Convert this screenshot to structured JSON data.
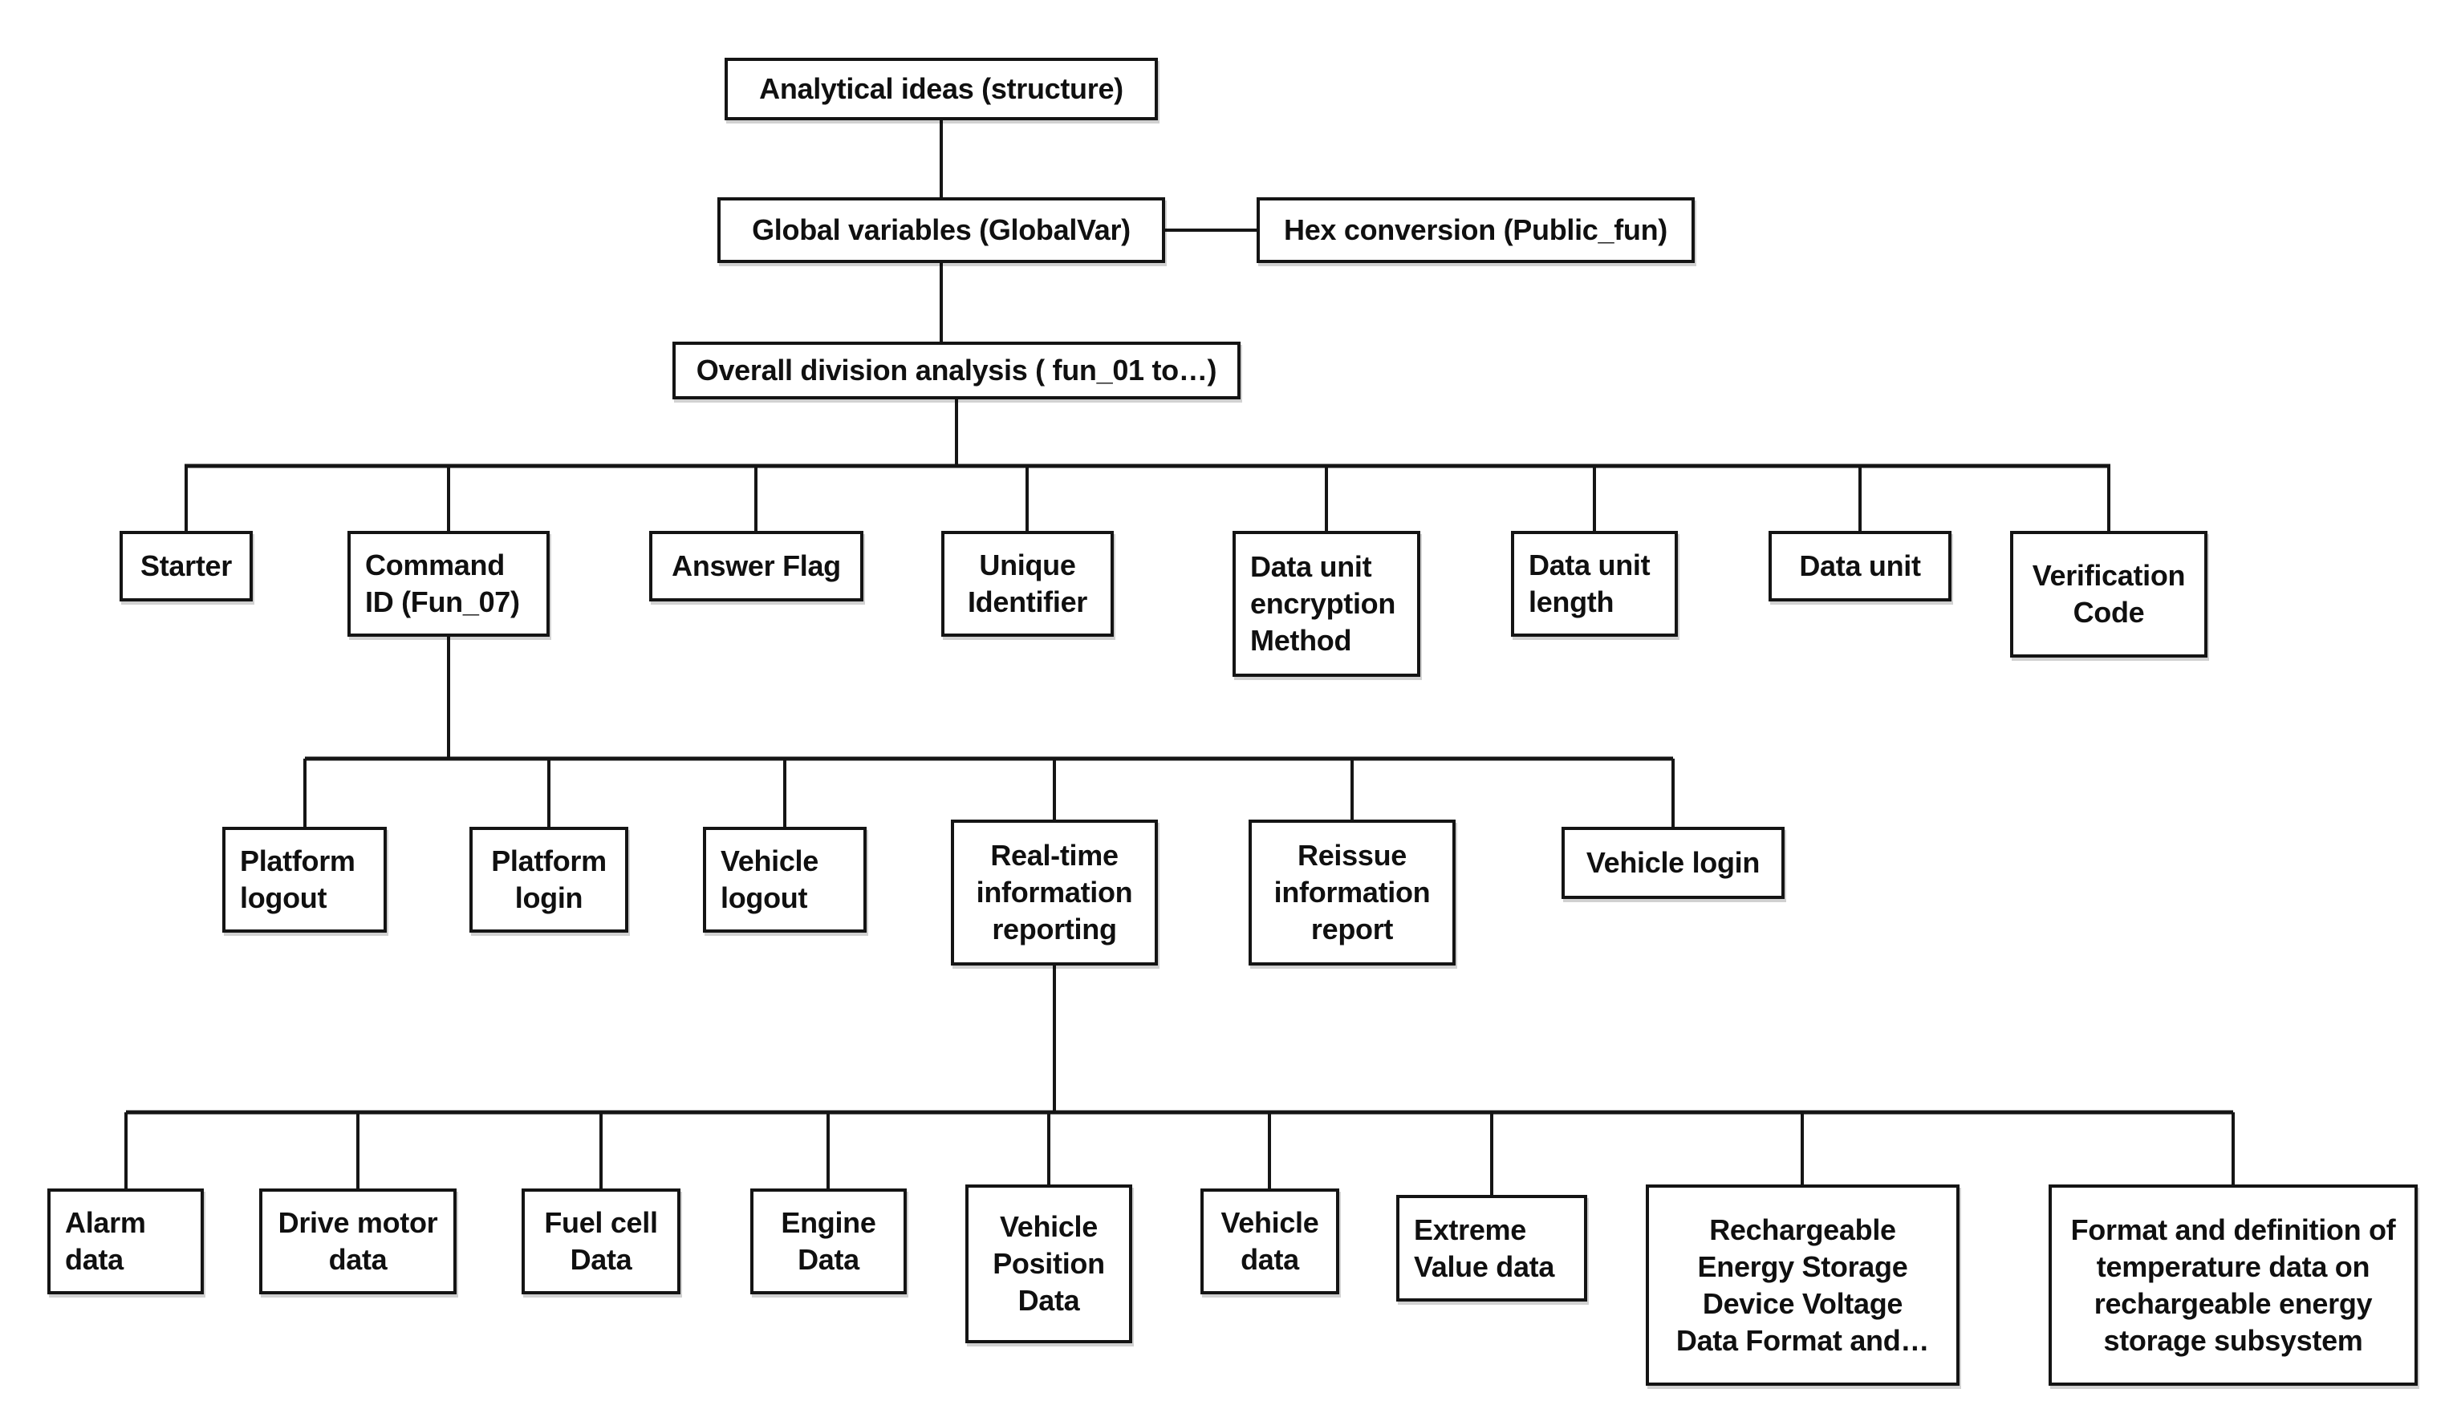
{
  "diagram": {
    "title": "Analytical ideas structure tree",
    "nodes": {
      "analytical": {
        "label": "Analytical ideas (structure)"
      },
      "global": {
        "label": "Global variables (GlobalVar)"
      },
      "hex": {
        "label": "Hex conversion (Public_fun)"
      },
      "overall": {
        "label": "Overall division analysis ( fun_01 to…)"
      },
      "starter": {
        "label": "Starter"
      },
      "command": {
        "label": "Command\nID (Fun_07)"
      },
      "answer": {
        "label": "Answer Flag"
      },
      "unique": {
        "label": "Unique\nIdentifier"
      },
      "dataenc": {
        "label": "Data unit\nencryption\nMethod"
      },
      "datalen": {
        "label": "Data unit\nlength"
      },
      "dataunit": {
        "label": "Data unit"
      },
      "verification": {
        "label": "Verification\nCode"
      },
      "plogout": {
        "label": "Platform\nlogout"
      },
      "plogin": {
        "label": "Platform\nlogin"
      },
      "vlogout": {
        "label": "Vehicle\nlogout"
      },
      "realtime": {
        "label": "Real-time\ninformation\nreporting"
      },
      "reissue": {
        "label": "Reissue\ninformation\nreport"
      },
      "vlogin": {
        "label": "Vehicle login"
      },
      "alarm": {
        "label": "Alarm\ndata"
      },
      "drivemotor": {
        "label": "Drive motor\ndata"
      },
      "fuelcell": {
        "label": "Fuel cell\nData"
      },
      "engine": {
        "label": "Engine\nData"
      },
      "vehpos": {
        "label": "Vehicle\nPosition\nData"
      },
      "vehdata": {
        "label": "Vehicle\ndata"
      },
      "extreme": {
        "label": "Extreme\nValue data"
      },
      "rechargeable": {
        "label": "Rechargeable\nEnergy Storage\nDevice Voltage\nData Format and…"
      },
      "format": {
        "label": "Format and definition of\ntemperature data on\nrechargeable energy\nstorage subsystem"
      }
    },
    "edges": [
      {
        "from": "analytical",
        "to": [
          "global"
        ]
      },
      {
        "from": "global",
        "to": [
          "hex",
          "overall"
        ]
      },
      {
        "from": "overall",
        "to": [
          "starter",
          "command",
          "answer",
          "unique",
          "dataenc",
          "datalen",
          "dataunit",
          "verification"
        ]
      },
      {
        "from": "command",
        "to": [
          "plogout",
          "plogin",
          "vlogout",
          "realtime",
          "reissue",
          "vlogin"
        ]
      },
      {
        "from": "realtime",
        "to": [
          "alarm",
          "drivemotor",
          "fuelcell",
          "engine",
          "vehpos",
          "vehdata",
          "extreme",
          "rechargeable",
          "format"
        ]
      }
    ],
    "line_color": "#151515",
    "box_border_color": "#141414",
    "background_color": "#ffffff"
  }
}
